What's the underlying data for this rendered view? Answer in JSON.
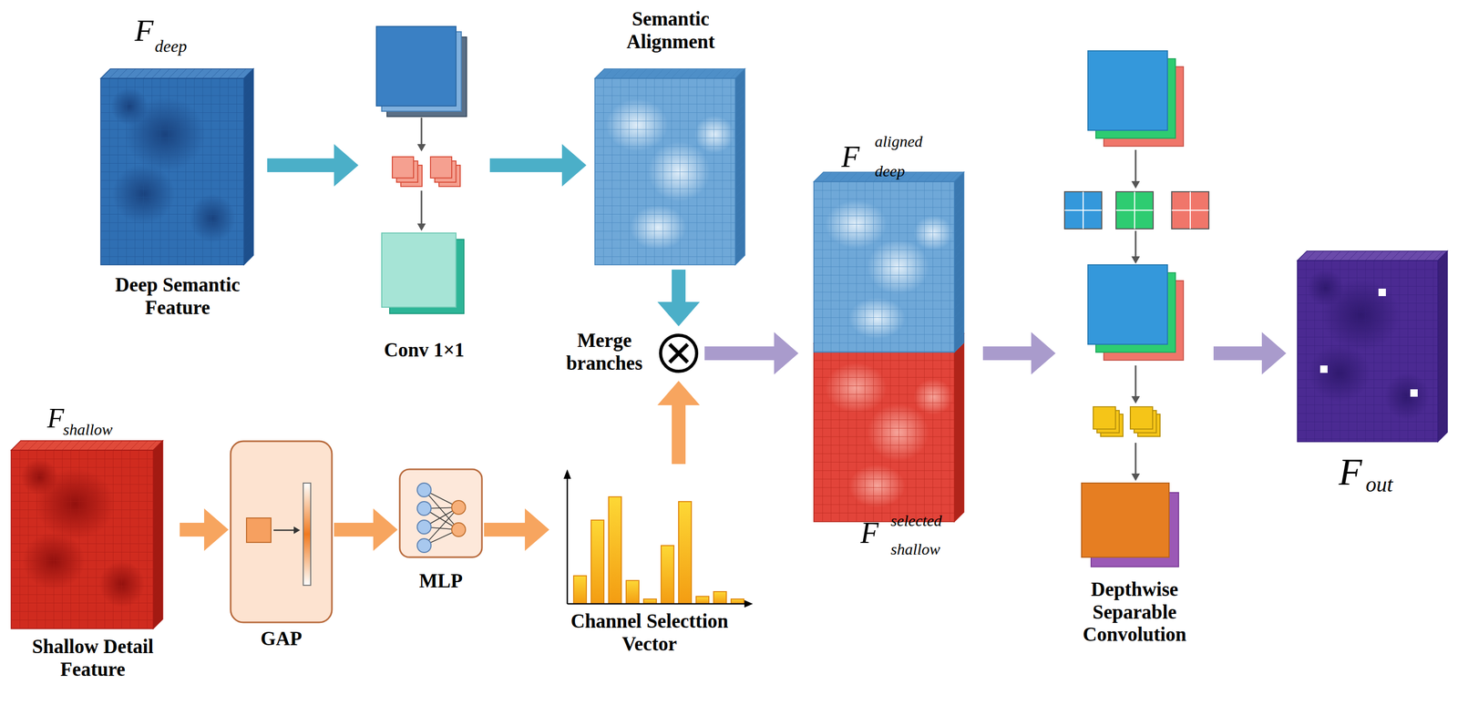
{
  "diagram": {
    "nodes": [
      {
        "text": [
          "F",
          "deep",
          "Deep Semantic Feature"
        ]
      },
      {
        "text": [
          "Conv 1×1"
        ]
      },
      {
        "text": [
          "Semantic Alignment"
        ]
      },
      {
        "text": [
          "Merge branches"
        ]
      },
      {
        "text": [
          "F",
          "shallow",
          "Shallow Detail Feature"
        ]
      },
      {
        "text": [
          "GAP"
        ]
      },
      {
        "text": [
          "MLP"
        ]
      },
      {
        "text": [
          "Channel Selecttion Vector"
        ]
      },
      {
        "text": [
          "F",
          "aligned",
          "deep",
          "F",
          "selected",
          "shallow"
        ]
      },
      {
        "text": [
          "Depthwise Separable Convolution"
        ]
      },
      {
        "text": [
          "F",
          "out"
        ]
      }
    ],
    "edges": [
      {
        "from": 0,
        "to": 1,
        "arrow": "to"
      },
      {
        "from": 1,
        "to": 2,
        "arrow": "to"
      },
      {
        "from": 2,
        "to": 3,
        "arrow": "to"
      },
      {
        "from": 4,
        "to": 5,
        "arrow": "to"
      },
      {
        "from": 5,
        "to": 6,
        "arrow": "to"
      },
      {
        "from": 6,
        "to": 7,
        "arrow": "to"
      },
      {
        "from": 7,
        "to": 3,
        "arrow": "to"
      },
      {
        "from": 3,
        "to": 8,
        "arrow": "to"
      },
      {
        "from": 8,
        "to": 9,
        "arrow": "to"
      },
      {
        "from": 9,
        "to": 10,
        "arrow": "to"
      }
    ]
  }
}
